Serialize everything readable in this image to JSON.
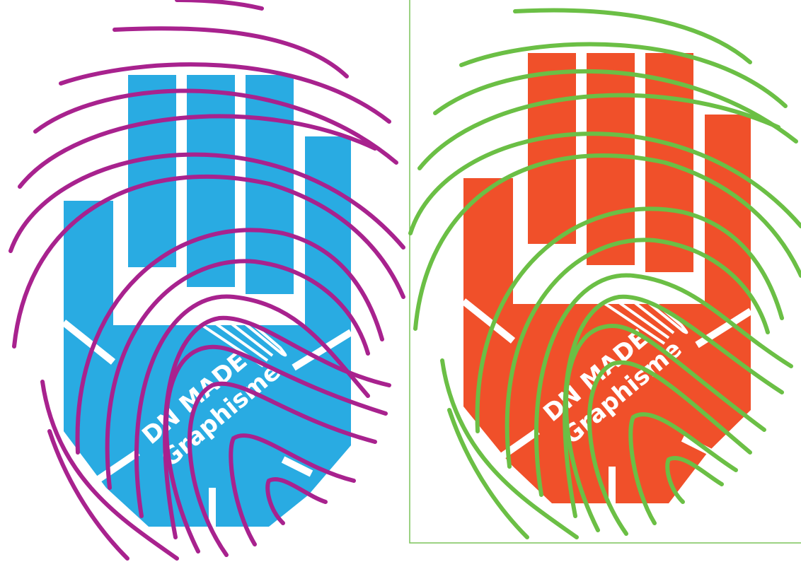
{
  "logos": [
    {
      "id": "left",
      "hand_color": "#29ABE2",
      "line_color": "#A8228E",
      "line1": "DN MADE",
      "line2": "Graphisme"
    },
    {
      "id": "right",
      "hand_color": "#F0502A",
      "line_color": "#6BBF45",
      "line1": "DN MADE",
      "line2": "Graphisme"
    }
  ],
  "frame_color": "#7BC45A"
}
